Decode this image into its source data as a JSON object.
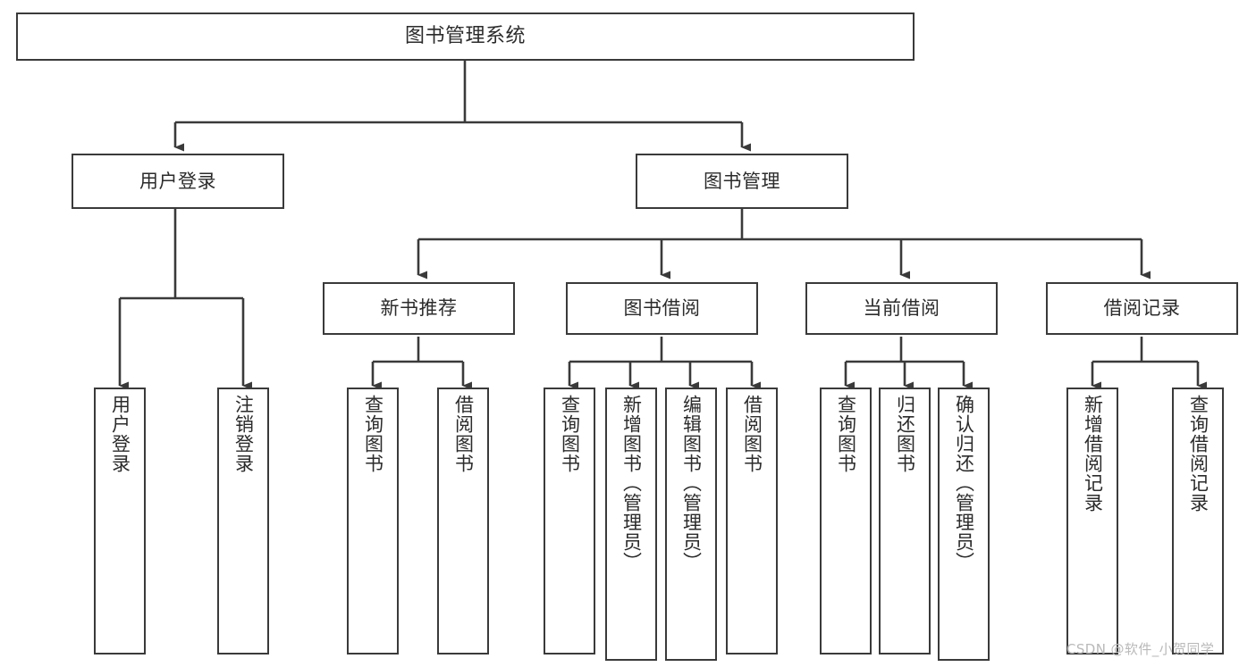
{
  "diagram": {
    "title": "图书管理系统",
    "watermark": "CSDN @软件_小贺同学",
    "edge_color": "#3a3a3a",
    "node_border_color": "#3a3a3a",
    "node_fill_color": "#ffffff",
    "text_color": "#2b2b2b",
    "watermark_color": "#b9b9b9",
    "levels": {
      "root": "图书管理系统",
      "level2": [
        "用户登录",
        "图书管理"
      ],
      "level3": [
        "新书推荐",
        "图书借阅",
        "当前借阅",
        "借阅记录"
      ]
    },
    "nodes": {
      "root": {
        "label": "图书管理系统"
      },
      "user_login": {
        "label": "用户登录"
      },
      "book_manage": {
        "label": "图书管理"
      },
      "new_book_rec": {
        "label": "新书推荐"
      },
      "book_borrow": {
        "label": "图书借阅"
      },
      "current_borrow": {
        "label": "当前借阅"
      },
      "borrow_record": {
        "label": "借阅记录"
      },
      "leaf_user_login": {
        "label": "用户登录"
      },
      "leaf_user_logout": {
        "label": "注销登录"
      },
      "leaf_rec_query": {
        "label": "查询图书"
      },
      "leaf_rec_borrow": {
        "label": "借阅图书"
      },
      "leaf_bb_query": {
        "label": "查询图书"
      },
      "leaf_bb_add": {
        "label": "新增图书（管理员）"
      },
      "leaf_bb_edit": {
        "label": "编辑图书（管理员）"
      },
      "leaf_bb_borrow": {
        "label": "借阅图书"
      },
      "leaf_cb_query": {
        "label": "查询图书"
      },
      "leaf_cb_return": {
        "label": "归还图书"
      },
      "leaf_cb_confirm": {
        "label": "确认归还（管理员）"
      },
      "leaf_br_add": {
        "label": "新增借阅记录"
      },
      "leaf_br_query": {
        "label": "查询借阅记录"
      }
    }
  }
}
